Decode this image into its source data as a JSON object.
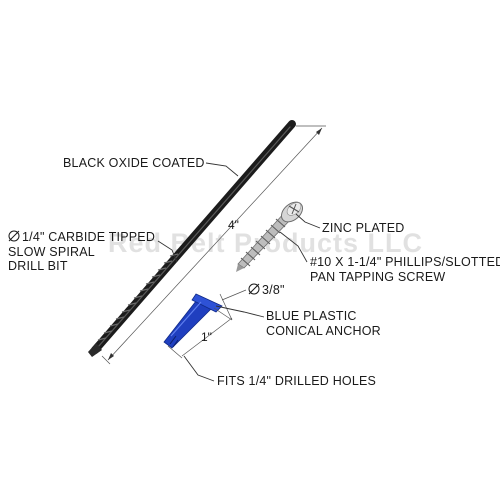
{
  "watermark": "Red Belt Products LLC",
  "labels": {
    "coating": "BLACK OXIDE COATED",
    "drill_line1": "1/4\" CARBIDE TIPPED",
    "drill_line2": "SLOW SPIRAL",
    "drill_line3": "DRILL BIT",
    "diameter_symbol": "⌀",
    "drill_length": "4\"",
    "zinc": "ZINC PLATED",
    "screw_line1": "#10 X 1-1/4\" PHILLIPS/SLOTTED",
    "screw_line2": "PAN TAPPING SCREW",
    "anchor_diameter": "3/8\"",
    "anchor_line1": "BLUE PLASTIC",
    "anchor_line2": "CONICAL ANCHOR",
    "anchor_length": "1\"",
    "fits": "FITS 1/4\" DRILLED HOLES"
  },
  "colors": {
    "drill_bit": "#1c1c1c",
    "anchor": "#1f3fbf",
    "screw": "#b8b8b8",
    "watermark": "#c8c8c8"
  }
}
